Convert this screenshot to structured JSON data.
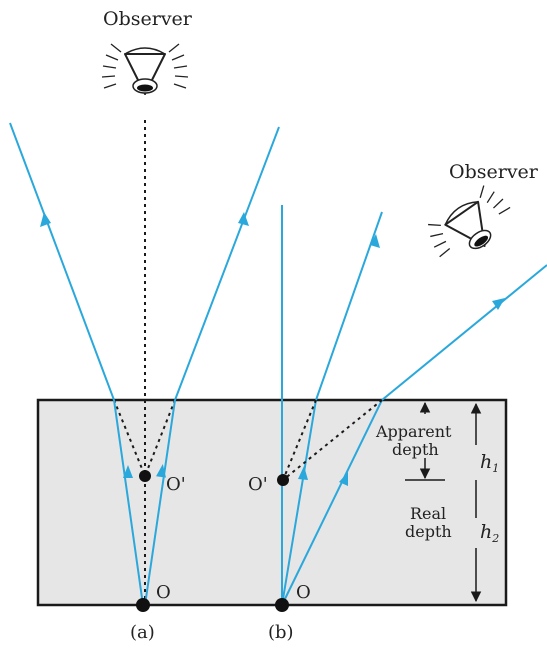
{
  "labels": {
    "observer_a": "Observer",
    "observer_b": "Observer",
    "image_point_a": "O'",
    "object_point_a": "O",
    "image_point_b": "O'",
    "object_point_b": "O",
    "apparent_depth_line1": "Apparent",
    "apparent_depth_line2": "depth",
    "real_depth_line1": "Real",
    "real_depth_line2": "depth",
    "h1_base": "h",
    "h1_sub": "1",
    "h2_base": "h",
    "h2_sub": "2",
    "caption_a": "(a)",
    "caption_b": "(b)"
  },
  "colors": {
    "ray": "#2aa8dc",
    "medium_fill": "#e6e6e6",
    "outline": "#1a1a1a"
  },
  "icons": {
    "observer_a": "eye-icon",
    "observer_b": "eye-icon"
  }
}
